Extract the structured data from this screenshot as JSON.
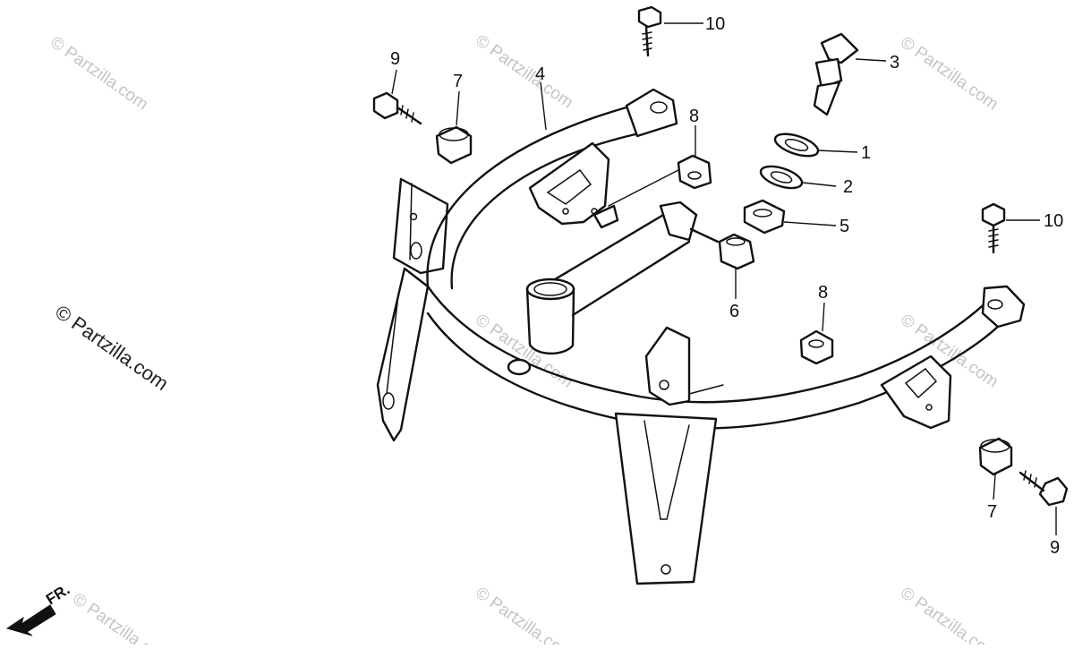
{
  "diagram": {
    "callouts": [
      "1",
      "2",
      "3",
      "4",
      "5",
      "6",
      "7",
      "8",
      "9",
      "10"
    ],
    "watermark_text": "© Partzilla.com",
    "direction_label": "FR."
  },
  "colors": {
    "line": "#111111",
    "watermark": "#c4c4c4",
    "background": "#ffffff"
  }
}
